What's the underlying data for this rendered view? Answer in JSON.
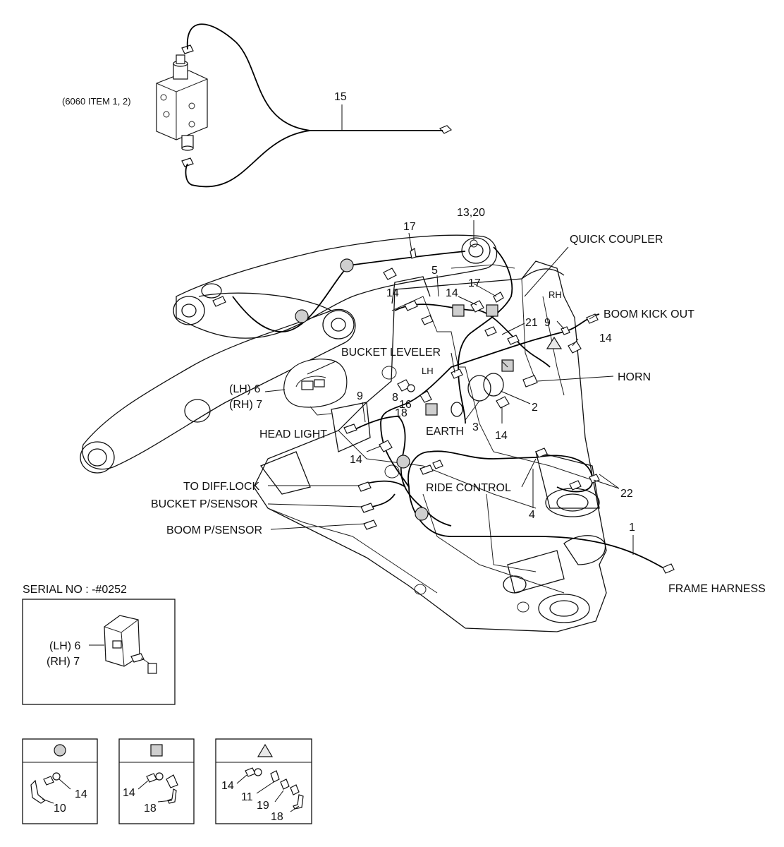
{
  "reference_note": "(6060 ITEM 1, 2)",
  "callouts": {
    "c15": "15",
    "c13_20": "13,20",
    "c17a": "17",
    "c17b": "17",
    "c5": "5",
    "c14a": "14",
    "c14b": "14",
    "c14c": "14",
    "c14d": "14",
    "c14e": "14",
    "c21": "21",
    "c9a": "9",
    "c9b": "9",
    "c8": "8",
    "c16": "16",
    "c18": "18",
    "c3": "3",
    "c2": "2",
    "c4": "4",
    "c1": "1",
    "c22": "22",
    "lh6": "(LH) 6",
    "rh7": "(RH) 7"
  },
  "labels": {
    "quick_coupler": "QUICK COUPLER",
    "boom_kick_out": "BOOM KICK OUT",
    "horn": "HORN",
    "bucket_leveler": "BUCKET LEVELER",
    "head_light": "HEAD LIGHT",
    "earth": "EARTH",
    "to_diff_lock": "TO DIFF.LOCK",
    "bucket_p_sensor": "BUCKET P/SENSOR",
    "boom_p_sensor": "BOOM P/SENSOR",
    "ride_control": "RIDE CONTROL",
    "frame_harness": "FRAME HARNESS",
    "lh_mark": "LH",
    "rh_mark": "RH"
  },
  "serial_box": {
    "title": "SERIAL NO : -#0252",
    "lh6": "(LH) 6",
    "rh7": "(RH) 7"
  },
  "legend": [
    {
      "symbol": "circle",
      "parts": [
        "14",
        "10"
      ]
    },
    {
      "symbol": "square",
      "parts": [
        "14",
        "18"
      ]
    },
    {
      "symbol": "triangle",
      "parts": [
        "14",
        "11",
        "19",
        "18"
      ]
    }
  ]
}
